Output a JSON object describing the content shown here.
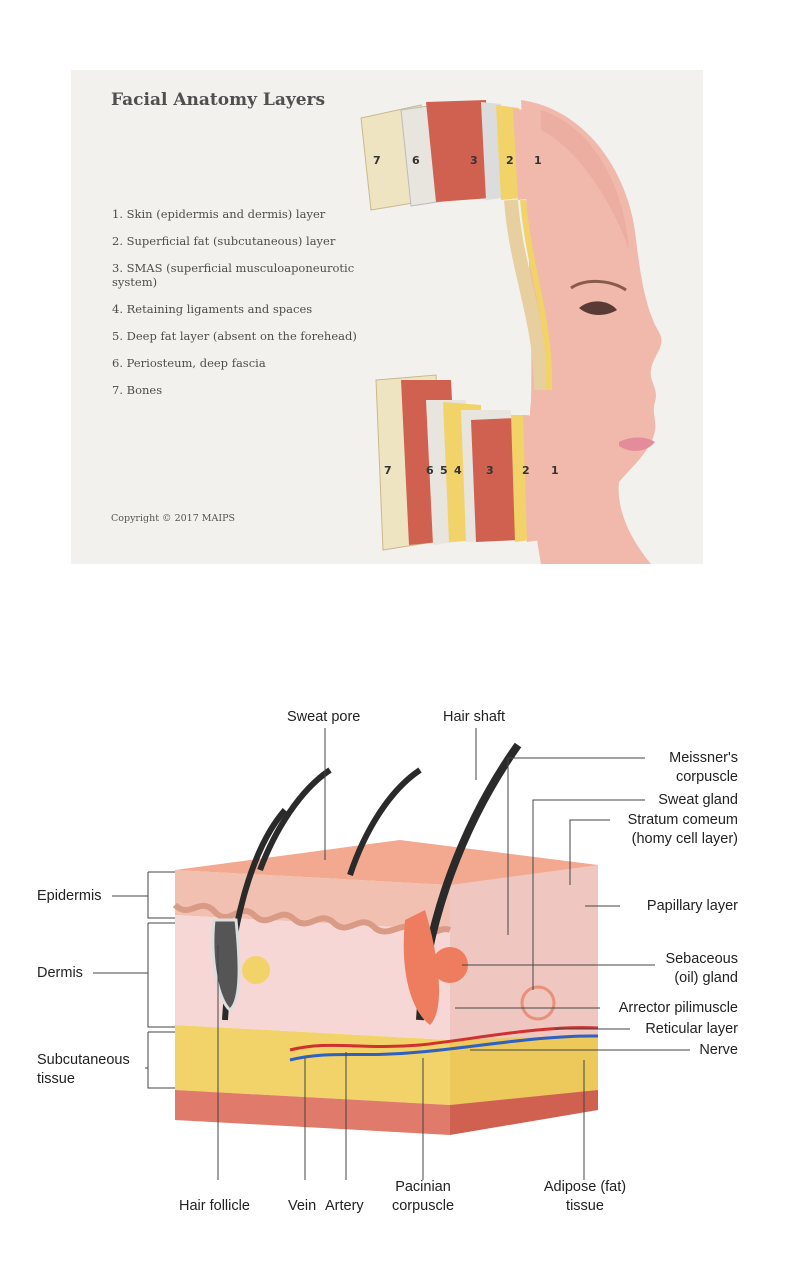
{
  "top_panel": {
    "title": "Facial Anatomy Layers",
    "legend": [
      "1. Skin (epidermis and dermis) layer",
      "2. Superficial fat (subcutaneous) layer",
      "3. SMAS (superficial musculoaponeurotic system)",
      "4. Retaining ligaments and spaces",
      "5. Deep fat layer (absent on the forehead)",
      "6. Periosteum, deep fascia",
      "7. Bones"
    ],
    "copyright": "Copyright © 2017 MAIPS",
    "upper_layer_numbers": [
      "7",
      "6",
      "3",
      "2",
      "1"
    ],
    "lower_layer_numbers": [
      "7",
      "6",
      "5",
      "4",
      "3",
      "2",
      "1"
    ]
  },
  "bottom_panel": {
    "labels": {
      "sweat_pore": "Sweat pore",
      "hair_shaft": "Hair shaft",
      "meissner_1": "Meissner's",
      "meissner_2": "corpuscle",
      "sweat_gland": "Sweat gland",
      "stratum_1": "Stratum comeum",
      "stratum_2": "(homy cell layer)",
      "epidermis": "Epidermis",
      "papillary": "Papillary layer",
      "dermis": "Dermis",
      "sebaceous_1": "Sebaceous",
      "sebaceous_2": "(oil) gland",
      "arrector": "Arrector pilimuscle",
      "reticular": "Reticular layer",
      "subcut_1": "Subcutaneous",
      "subcut_2": "tissue",
      "nerve": "Nerve",
      "hair_follicle": "Hair follicle",
      "vein": "Vein",
      "artery": "Artery",
      "pacinian_1": "Pacinian",
      "pacinian_2": "corpuscle",
      "adipose_1": "Adipose (fat)",
      "adipose_2": "tissue"
    }
  },
  "colors": {
    "panel_bg": "#f3f1ee",
    "skin": "#f2c0b1",
    "fat": "#f1d36a",
    "muscle": "#d0604f",
    "bone": "#efe4c2",
    "dermis": "#f7d7d6",
    "hair": "#2a2a2a",
    "label_line": "#444444"
  }
}
